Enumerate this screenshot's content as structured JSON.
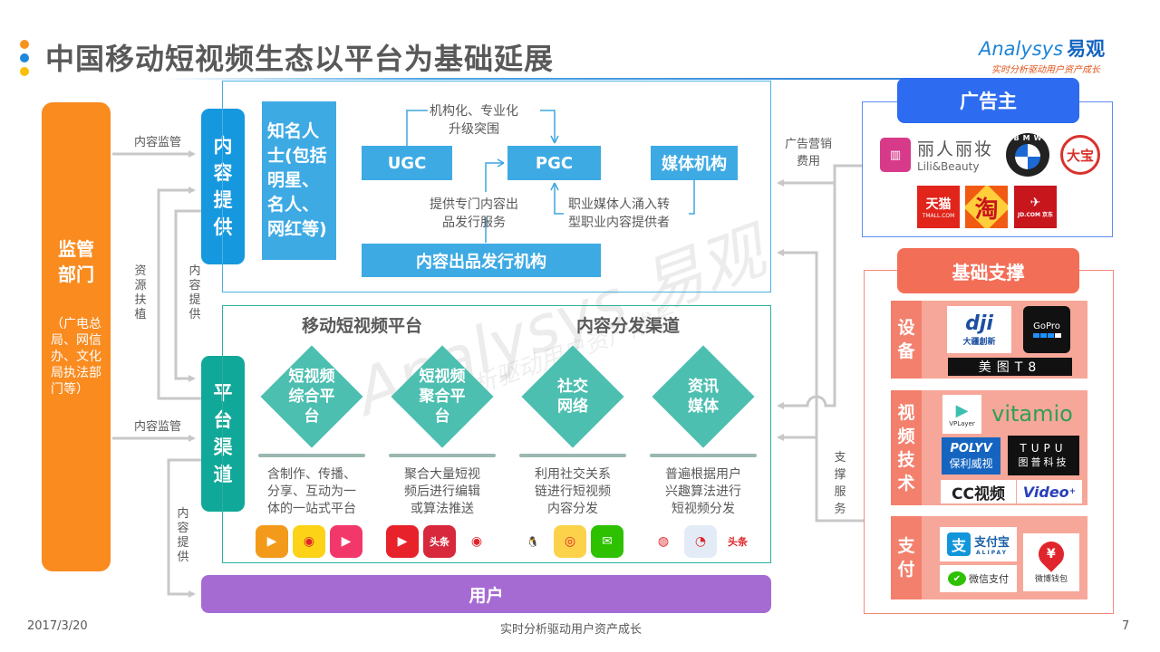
{
  "header": {
    "title": "中国移动短视频生态以平台为基础延展",
    "logo_main": "Analysys",
    "logo_cn": "易观",
    "logo_sub": "实时分析驱动用户资产成长",
    "dot_colors": [
      "#f7941d",
      "#1e88d9",
      "#fbbf0a"
    ]
  },
  "regulator": {
    "title_line1": "监管",
    "title_line2": "部门",
    "description": "（广电总局、网信办、文化局执法部门等）",
    "color": "#f98b1f"
  },
  "left_blocks": {
    "content_supply": "内容提供",
    "platform_channel": "平台渠道"
  },
  "connector_labels": {
    "supervision_top": "内容监管",
    "supervision_bottom": "内容监管",
    "resource_support": "资源扶植",
    "content_supply_1": "内容提供",
    "content_supply_2": "内容提供",
    "ad_cost_line1": "广告营销",
    "ad_cost_line2": "费用",
    "support_service": "支撑服务"
  },
  "content_section": {
    "celebrities": "知名人士(包括明星、名人、网红等)",
    "ugc": "UGC",
    "pgc": "PGC",
    "media": "媒体机构",
    "publisher": "内容出品发行机构",
    "upgrade_line1": "机构化、专业化",
    "upgrade_line2": "升级突围",
    "publisher_note_line1": "提供专门内容出",
    "publisher_note_line2": "品发行服务",
    "media_note_line1": "职业媒体人涌入转",
    "media_note_line2": "型职业内容提供者"
  },
  "platform_section": {
    "heading_left": "移动短视频平台",
    "heading_right": "内容分发渠道",
    "items": [
      {
        "name": "短视频综合平台",
        "lines": [
          "短视频",
          "综合平",
          "台"
        ],
        "desc": [
          "含制作、传播、",
          "分享、互动为一",
          "体的一站式平台"
        ],
        "apps": [
          {
            "icon": "camera-app-icon",
            "color": "#f39a1b",
            "glyph": "▶"
          },
          {
            "icon": "lens-app-icon",
            "color": "#fcd316",
            "glyph": "◉"
          },
          {
            "icon": "video-app-icon",
            "color": "#f2386a",
            "glyph": "▶"
          }
        ]
      },
      {
        "name": "短视频聚合平台",
        "lines": [
          "短视频",
          "聚合平",
          "台"
        ],
        "desc": [
          "聚合大量短视",
          "频后进行编辑",
          "或算法推送"
        ],
        "apps": [
          {
            "icon": "play-app-icon",
            "color": "#e8222a",
            "glyph": "▶"
          },
          {
            "icon": "toutiao-video-icon",
            "color": "#d8283c",
            "glyph": "头条"
          },
          {
            "icon": "camera-lens-icon",
            "color": "#ffffff",
            "glyph": "◉"
          }
        ]
      },
      {
        "name": "社交网络",
        "lines": [
          "社交",
          "网络"
        ],
        "desc": [
          "利用社交关系",
          "链进行短视频",
          "内容分发"
        ],
        "apps": [
          {
            "icon": "qq-icon",
            "color": "#ffffff",
            "glyph": "🐧"
          },
          {
            "icon": "weibo-icon",
            "color": "#fbd24a",
            "glyph": "◎"
          },
          {
            "icon": "wechat-icon",
            "color": "#2dc100",
            "glyph": "✉"
          }
        ]
      },
      {
        "name": "资讯媒体",
        "lines": [
          "资讯",
          "媒体"
        ],
        "desc": [
          "普遍根据用户",
          "兴趣算法进行",
          "短视频分发"
        ],
        "apps": [
          {
            "icon": "ifeng-icon",
            "color": "#ffffff",
            "glyph": "◍"
          },
          {
            "icon": "tencent-news-icon",
            "color": "#e3ecf6",
            "glyph": "◔"
          },
          {
            "icon": "toutiao-icon",
            "color": "#ffffff",
            "glyph": "头条"
          }
        ]
      }
    ]
  },
  "user_bar": "用户",
  "advertisers": {
    "title": "广告主",
    "brands": {
      "lili_cn": "丽人丽妆",
      "lili_en": "Lili&Beauty",
      "bmw": "BMW",
      "dabao": "大宝",
      "tmall_cn": "天猫",
      "tmall_en": "TMALL.COM",
      "taobao": "淘",
      "jd": "JD.COM 京东"
    }
  },
  "support": {
    "title": "基础支撑",
    "rows": {
      "devices": "设备",
      "video_tech": "视频技术",
      "payment": "支付"
    },
    "brands": {
      "dji": "dji",
      "dji_cn": "大疆創新",
      "gopro": "GoPro",
      "meitu": "美图T8",
      "vplayer": "VPLayer",
      "vitamio": "vitamio",
      "polyv": "POLYV",
      "polyv_cn": "保利威视",
      "tupu": "TUPU",
      "tupu_cn": "图普科技",
      "cc_video": "CC视频",
      "video_plus": "Video",
      "alipay_cn": "支付宝",
      "alipay_en": "ALIPAY",
      "wechat_pay": "微信支付",
      "weibo_wallet": "微博钱包"
    }
  },
  "footer": {
    "date": "2017/3/20",
    "slogan": "实时分析驱动用户资产成长",
    "page": "7"
  },
  "watermark": {
    "main": "Analysys 易观",
    "sub": "实时分析驱动用户资产成长"
  }
}
